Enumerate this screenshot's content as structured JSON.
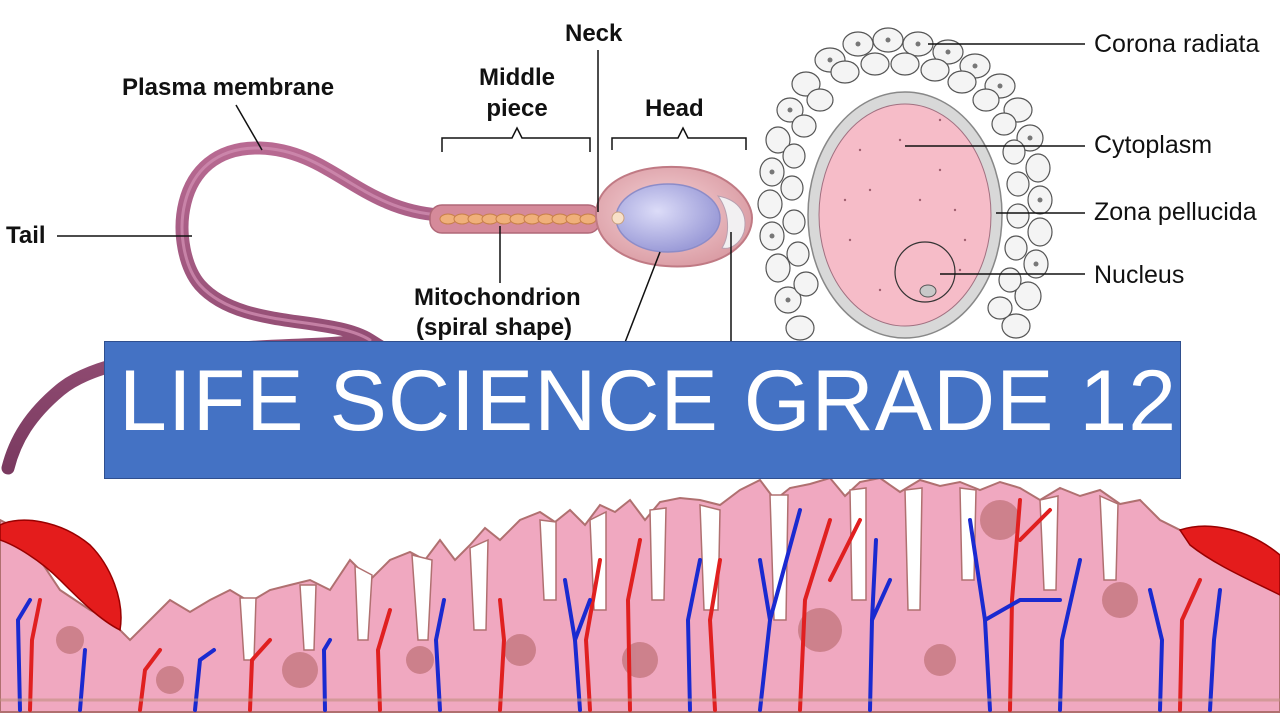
{
  "banner": {
    "title": "LIFE SCIENCE GRADE 12"
  },
  "sperm_labels": {
    "neck": "Neck",
    "middle_piece_line1": "Middle",
    "middle_piece_line2": "piece",
    "head": "Head",
    "plasma_membrane": "Plasma membrane",
    "tail": "Tail",
    "mitochondrion_line1": "Mitochondrion",
    "mitochondrion_line2": "(spiral shape)"
  },
  "ovum_labels": {
    "corona_radiata": "Corona radiata",
    "cytoplasm": "Cytoplasm",
    "zona_pellucida": "Zona pellucida",
    "nucleus": "Nucleus"
  },
  "colors": {
    "banner": "#4472c4",
    "sperm_body": "#a0507a",
    "head_pink": "#e8b4b8",
    "head_blue": "#b8b8e8",
    "spiral": "#e8a070",
    "ovum_pink": "#f4b8c4",
    "tissue_pink": "#f0a8c0",
    "vessel_red": "#e02020",
    "vessel_blue": "#1a2ad0"
  }
}
